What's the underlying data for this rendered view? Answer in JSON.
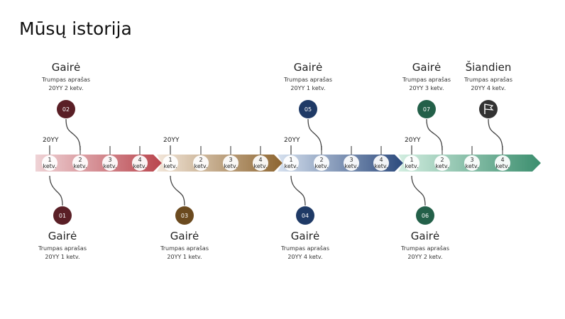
{
  "title": "Mūsų istorija",
  "quarter_unit": "ketv.",
  "years": [
    "20YY",
    "20YY",
    "20YY",
    "20YY"
  ],
  "segments": [
    {
      "colors": [
        "#efd3d6",
        "#b9454d"
      ],
      "quarters": [
        "1",
        "2",
        "3",
        "4"
      ]
    },
    {
      "colors": [
        "#f3e7da",
        "#8d6530"
      ],
      "quarters": [
        "1",
        "2",
        "3",
        "4"
      ]
    },
    {
      "colors": [
        "#d6e1ef",
        "#2c4a7d"
      ],
      "quarters": [
        "1",
        "2",
        "3",
        "4"
      ]
    },
    {
      "colors": [
        "#d3eee1",
        "#3b8e6e"
      ],
      "quarters": [
        "1",
        "2",
        "3",
        "4"
      ]
    }
  ],
  "milestones": [
    {
      "number": "01",
      "title": "Gairė",
      "desc": "Trumpas aprašas",
      "date": "20YY 1 ketv.",
      "position": "below",
      "color": "#5a1f26",
      "icon": ""
    },
    {
      "number": "02",
      "title": "Gairė",
      "desc": "Trumpas aprašas",
      "date": "20YY 2 ketv.",
      "position": "above",
      "color": "#5a1f26",
      "icon": ""
    },
    {
      "number": "03",
      "title": "Gairė",
      "desc": "Trumpas aprašas",
      "date": "20YY 1 ketv.",
      "position": "below",
      "color": "#6b4a1f",
      "icon": ""
    },
    {
      "number": "04",
      "title": "Gairė",
      "desc": "Trumpas aprašas",
      "date": "20YY 4 ketv.",
      "position": "below",
      "color": "#1f3a66",
      "icon": ""
    },
    {
      "number": "05",
      "title": "Gairė",
      "desc": "Trumpas aprašas",
      "date": "20YY 1 ketv.",
      "position": "above",
      "color": "#1f3a66",
      "icon": ""
    },
    {
      "number": "06",
      "title": "Gairė",
      "desc": "Trumpas aprašas",
      "date": "20YY 2 ketv.",
      "position": "below",
      "color": "#236049",
      "icon": ""
    },
    {
      "number": "07",
      "title": "Gairė",
      "desc": "Trumpas aprašas",
      "date": "20YY 3 ketv.",
      "position": "above",
      "color": "#236049",
      "icon": ""
    },
    {
      "number": "",
      "title": "Šiandien",
      "desc": "Trumpas aprašas",
      "date": "20YY 4 ketv.",
      "position": "above",
      "color": "#333333",
      "icon": "flag-icon"
    }
  ]
}
